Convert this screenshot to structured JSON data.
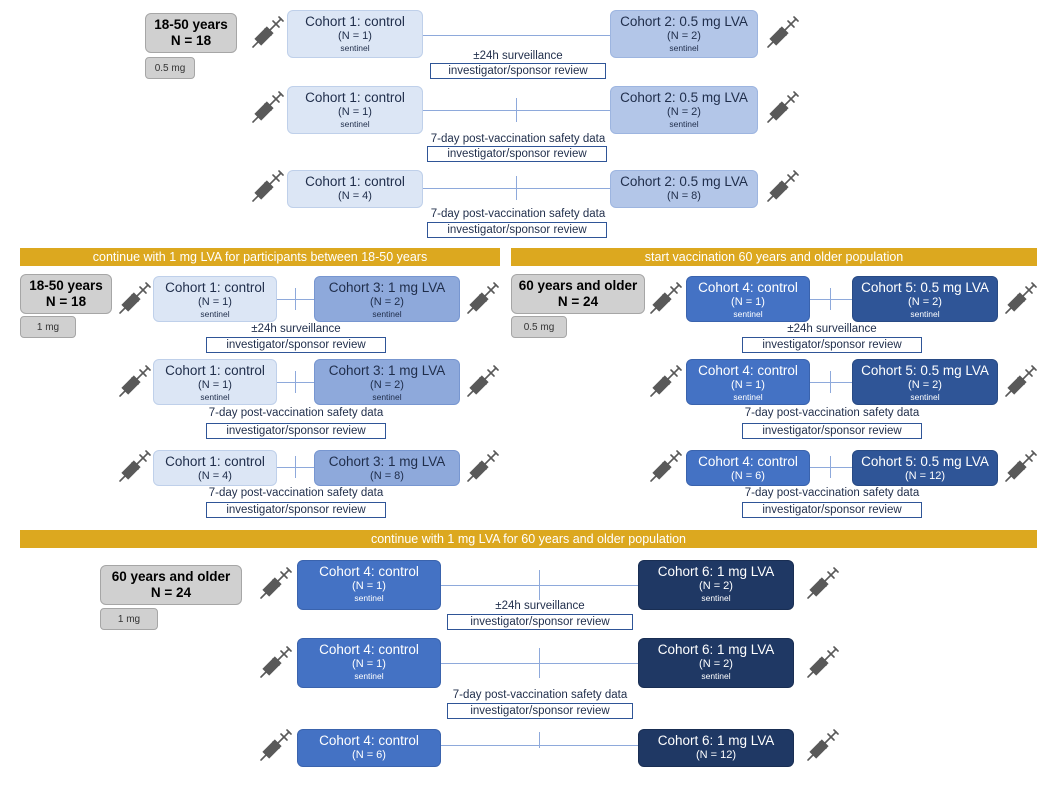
{
  "labels": {
    "control": "Cohort 1: control",
    "c2": "Cohort 2: 0.5 mg LVA",
    "c3": "Cohort 3: 1 mg LVA",
    "c4": "Cohort 4: control",
    "c5": "Cohort 5: 0.5 mg LVA",
    "c6": "Cohort 6: 1 mg LVA",
    "sentinel": "sentinel",
    "n1": "(N = 1)",
    "n2": "(N = 2)",
    "n4": "(N = 4)",
    "n8": "(N = 8)",
    "n6": "(N = 6)",
    "n12": "(N = 12)",
    "surveillance": "±24h surveillance",
    "safety": "7-day post-vaccination safety data",
    "review": "investigator/sponsor review"
  },
  "groups": {
    "young": {
      "age": "18-50 years",
      "n": "N = 18"
    },
    "old": {
      "age": "60 years and older",
      "n": "N = 24"
    },
    "dose_05": "0.5 mg",
    "dose_1": "1 mg"
  },
  "banners": {
    "continue_young": "continue with 1 mg LVA for participants between 18-50 years",
    "start_old": "start vaccination 60 years and older population",
    "continue_old": "continue with 1 mg LVA for 60 years and older population"
  },
  "colors": {
    "cohort1": "#dce6f5",
    "cohort2": "#b3c6e8",
    "cohort3": "#8ea9db",
    "cohort4": "#4472c4",
    "cohort5": "#2f5597",
    "cohort6": "#1f3864",
    "banner": "#dca81f",
    "age_box": "#d0d0d0"
  },
  "icons": {
    "vaccine": "syringe-icon"
  }
}
